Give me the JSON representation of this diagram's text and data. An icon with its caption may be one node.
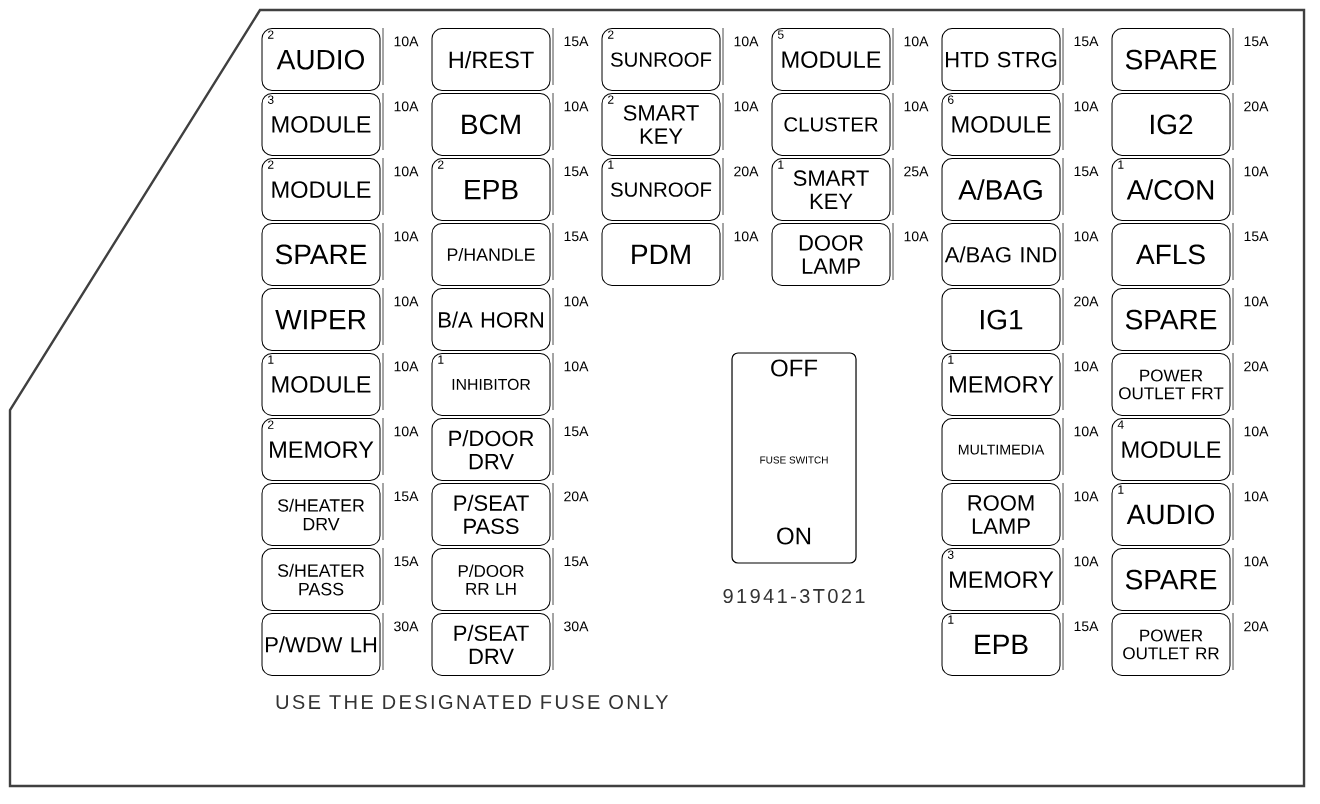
{
  "diagram": {
    "nodes": [
      {
        "text": [
          "2",
          "AUDIO"
        ],
        "beside": [
          "10A"
        ]
      },
      {
        "text": [
          "H/REST"
        ],
        "beside": [
          "15A"
        ]
      },
      {
        "text": [
          "2",
          "SUNROOF"
        ],
        "beside": [
          "10A"
        ]
      },
      {
        "text": [
          "5",
          "MODULE"
        ],
        "beside": [
          "10A"
        ]
      },
      {
        "text": [
          "HTD STRG"
        ],
        "beside": [
          "15A"
        ]
      },
      {
        "text": [
          "SPARE"
        ],
        "beside": [
          "15A"
        ]
      },
      {
        "text": [
          "3",
          "MODULE"
        ],
        "beside": [
          "10A"
        ]
      },
      {
        "text": [
          "BCM"
        ],
        "beside": [
          "10A"
        ]
      },
      {
        "text": [
          "2",
          "SMART KEY"
        ],
        "beside": [
          "10A"
        ]
      },
      {
        "text": [
          "CLUSTER"
        ],
        "beside": [
          "10A"
        ]
      },
      {
        "text": [
          "6",
          "MODULE"
        ],
        "beside": [
          "10A"
        ]
      },
      {
        "text": [
          "IG2"
        ],
        "beside": [
          "20A"
        ]
      },
      {
        "text": [
          "2",
          "MODULE"
        ],
        "beside": [
          "10A"
        ]
      },
      {
        "text": [
          "2",
          "EPB"
        ],
        "beside": [
          "15A"
        ]
      },
      {
        "text": [
          "1",
          "SUNROOF"
        ],
        "beside": [
          "20A"
        ]
      },
      {
        "text": [
          "1",
          "SMART KEY"
        ],
        "beside": [
          "25A"
        ]
      },
      {
        "text": [
          "A/BAG"
        ],
        "beside": [
          "15A"
        ]
      },
      {
        "text": [
          "1",
          "A/CON"
        ],
        "beside": [
          "10A"
        ]
      },
      {
        "text": [
          "SPARE"
        ],
        "beside": [
          "10A"
        ]
      },
      {
        "text": [
          "P/HANDLE"
        ],
        "beside": [
          "15A"
        ]
      },
      {
        "text": [
          "PDM"
        ],
        "beside": [
          "10A"
        ]
      },
      {
        "text": [
          "DOOR LAMP"
        ],
        "beside": [
          "10A"
        ]
      },
      {
        "text": [
          "A/BAG IND"
        ],
        "beside": [
          "10A"
        ]
      },
      {
        "text": [
          "AFLS"
        ],
        "beside": [
          "15A"
        ]
      },
      {
        "text": [
          "WIPER"
        ],
        "beside": [
          "10A"
        ]
      },
      {
        "text": [
          "B/A HORN"
        ],
        "beside": [
          "10A"
        ]
      },
      {
        "text": [
          "IG1"
        ],
        "beside": [
          "20A"
        ]
      },
      {
        "text": [
          "SPARE"
        ],
        "beside": [
          "10A"
        ]
      },
      {
        "text": [
          "1",
          "MODULE"
        ],
        "beside": [
          "10A"
        ]
      },
      {
        "text": [
          "1",
          "INHIBITOR"
        ],
        "beside": [
          "10A"
        ]
      },
      {
        "text": [
          "1",
          "MEMORY"
        ],
        "beside": [
          "10A"
        ]
      },
      {
        "text": [
          "POWER OUTLET FRT"
        ],
        "beside": [
          "20A"
        ]
      },
      {
        "text": [
          "2",
          "MEMORY"
        ],
        "beside": [
          "10A"
        ]
      },
      {
        "text": [
          "P/DOOR DRV"
        ],
        "beside": [
          "15A"
        ]
      },
      {
        "text": [
          "MULTIMEDIA"
        ],
        "beside": [
          "10A"
        ]
      },
      {
        "text": [
          "4",
          "MODULE"
        ],
        "beside": [
          "10A"
        ]
      },
      {
        "text": [
          "S/HEATER DRV"
        ],
        "beside": [
          "15A"
        ]
      },
      {
        "text": [
          "P/SEAT PASS"
        ],
        "beside": [
          "20A"
        ]
      },
      {
        "text": [
          "ROOM LAMP"
        ],
        "beside": [
          "10A"
        ]
      },
      {
        "text": [
          "1",
          "AUDIO"
        ],
        "beside": [
          "10A"
        ]
      },
      {
        "text": [
          "S/HEATER PASS"
        ],
        "beside": [
          "15A"
        ]
      },
      {
        "text": [
          "P/DOOR RR LH"
        ],
        "beside": [
          "15A"
        ]
      },
      {
        "text": [
          "3",
          "MEMORY"
        ],
        "beside": [
          "10A"
        ]
      },
      {
        "text": [
          "SPARE"
        ],
        "beside": [
          "10A"
        ]
      },
      {
        "text": [
          "P/WDW LH"
        ],
        "beside": [
          "30A"
        ]
      },
      {
        "text": [
          "P/SEAT DRV"
        ],
        "beside": [
          "30A"
        ]
      },
      {
        "text": [
          "1",
          "EPB"
        ],
        "beside": [
          "15A"
        ]
      },
      {
        "text": [
          "POWER OUTLET RR"
        ],
        "beside": [
          "20A"
        ]
      },
      {
        "text": [
          "OFF",
          "FUSE SWITCH",
          "ON"
        ]
      }
    ],
    "labels": [
      "91941-3T021",
      "USE THE DESIGNATED FUSE ONLY"
    ]
  }
}
